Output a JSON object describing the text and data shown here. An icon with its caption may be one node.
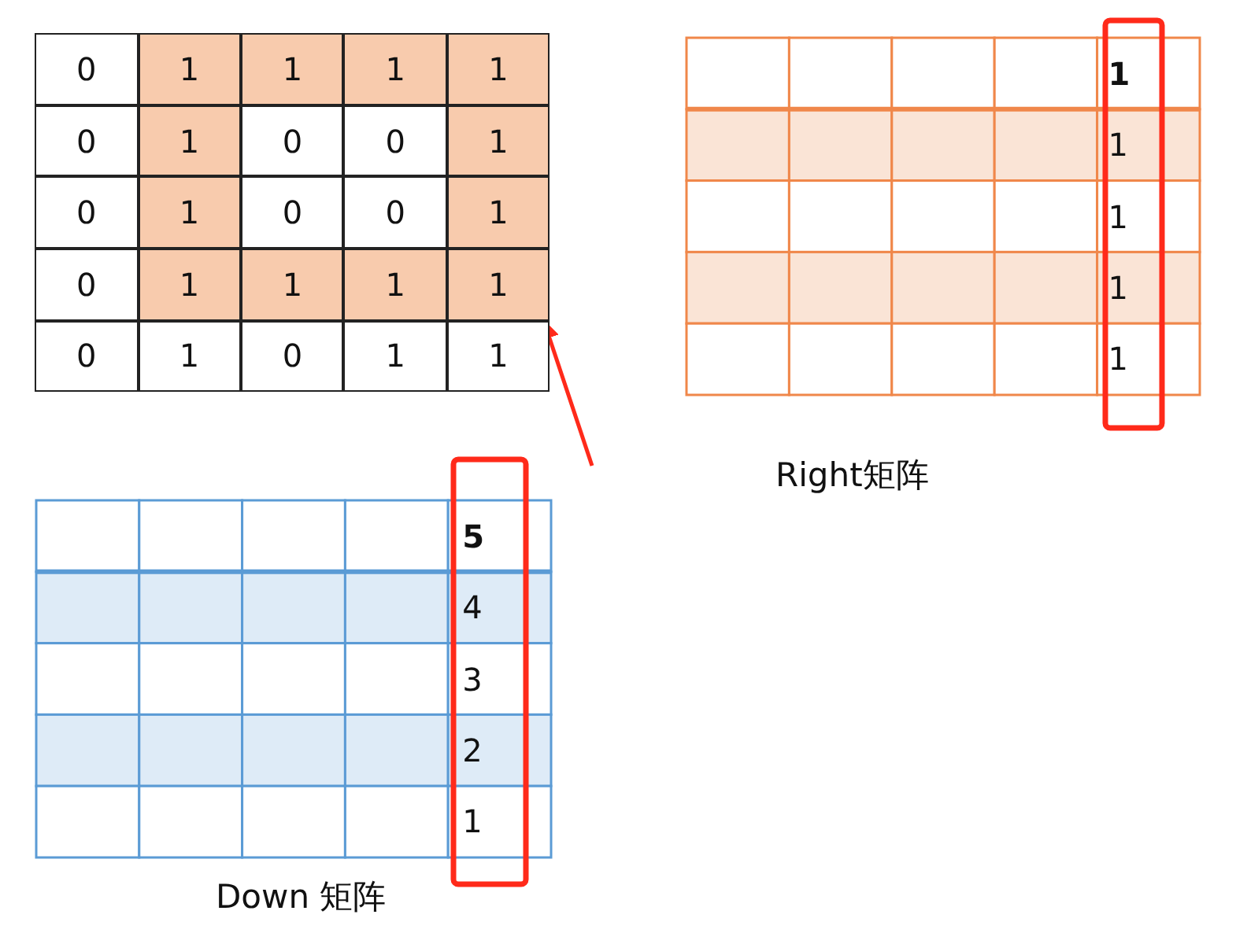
{
  "diagram": {
    "nodes": [
      {
        "text": [
          "0"
        ]
      },
      {
        "text": [
          "1"
        ]
      },
      {
        "text": [
          "1"
        ]
      },
      {
        "text": [
          "1"
        ]
      },
      {
        "text": [
          "1"
        ]
      },
      {
        "text": [
          "0"
        ]
      },
      {
        "text": [
          "1"
        ]
      },
      {
        "text": [
          "0"
        ]
      },
      {
        "text": [
          "0"
        ]
      },
      {
        "text": [
          "1"
        ]
      },
      {
        "text": [
          "0"
        ]
      },
      {
        "text": [
          "1"
        ]
      },
      {
        "text": [
          "0"
        ]
      },
      {
        "text": [
          "0"
        ]
      },
      {
        "text": [
          "1"
        ]
      },
      {
        "text": [
          "0"
        ]
      },
      {
        "text": [
          "1"
        ]
      },
      {
        "text": [
          "1"
        ]
      },
      {
        "text": [
          "1"
        ]
      },
      {
        "text": [
          "1"
        ]
      },
      {
        "text": [
          "0"
        ]
      },
      {
        "text": [
          "1"
        ]
      },
      {
        "text": [
          "0"
        ]
      },
      {
        "text": [
          "1"
        ]
      },
      {
        "text": [
          "1"
        ]
      }
    ],
    "edges": [
      {
        "from": null,
        "to": 19,
        "arrow": "to"
      }
    ],
    "labels": [
      "1",
      "1",
      "1",
      "1",
      "1",
      "Right矩阵",
      "5",
      "4",
      "3",
      "2",
      "1",
      "Down 矩阵"
    ]
  }
}
